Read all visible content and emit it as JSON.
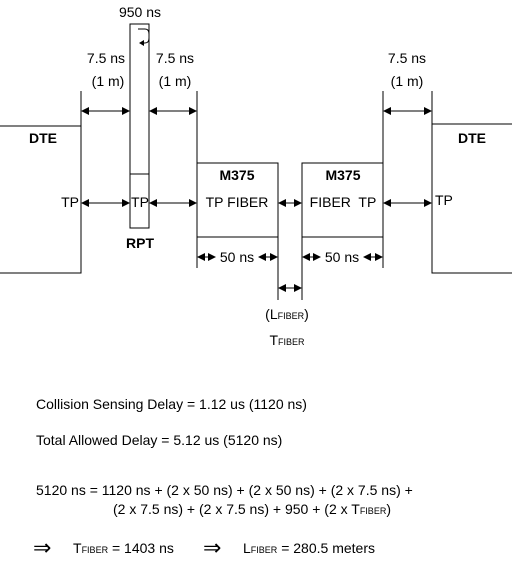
{
  "delay_labels": {
    "repeater_delay": "950 ns",
    "seg1_delay": "7.5 ns",
    "seg1_len": "(1 m)",
    "seg2_delay": "7.5 ns",
    "seg2_len": "(1 m)",
    "seg3_delay": "7.5 ns",
    "seg3_len": "(1 m)",
    "fiber_l_open": "(L",
    "fiber_l_sub": "FIBER",
    "fiber_l_close": ")",
    "fiber_t": "T",
    "fiber_t_sub": "FIBER"
  },
  "devices": {
    "left_dte": "DTE",
    "left_dte_port": "TP",
    "repeater_port": "TP",
    "repeater": "RPT",
    "m375_left": "M375",
    "m375_left_ports": "TP FIBER",
    "m375_right": "M375",
    "m375_right_ports": "FIBER  TP",
    "right_dte": "DTE",
    "right_dte_port": "TP"
  },
  "span_labels": {
    "m375_left_delay": "50 ns",
    "m375_right_delay": "50 ns"
  },
  "equations": {
    "collision": "Collision Sensing Delay = 1.12 us (1120 ns)",
    "total": "Total Allowed Delay = 5.12 us (5120 ns)",
    "calc_line1": "5120 ns = 1120 ns + (2 x 50 ns) + (2 x 50 ns) + (2 x 7.5 ns) +",
    "calc_line2_prefix": "(2 x 7.5 ns) + (2 x 7.5 ns) + 950 + (2 x T",
    "calc_line2_sub": "FIBER",
    "calc_line2_suffix": ")"
  },
  "result": {
    "arrow1": "⇒",
    "t_prefix": "T",
    "t_sub": "FIBER",
    "t_value": " = 1403 ns",
    "arrow2": "⇒",
    "l_prefix": "L",
    "l_sub": "FIBER",
    "l_value": " = 280.5 meters"
  }
}
